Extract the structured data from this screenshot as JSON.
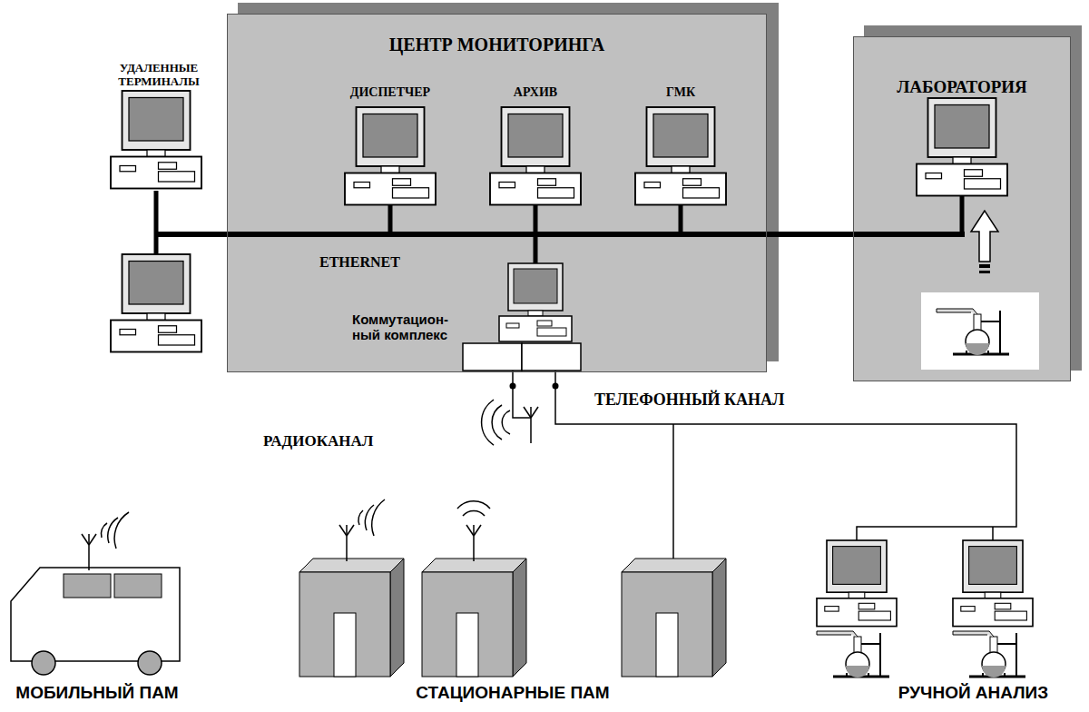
{
  "diagram": {
    "nodes": [
      {
        "text": [
          "ЦЕНТР МОНИТОРИНГА"
        ]
      },
      {
        "text": [
          "ЛАБОРАТОРИЯ"
        ]
      }
    ],
    "edges": [
      {
        "from": 0,
        "to": 1,
        "arrow": "none"
      }
    ],
    "labels": [
      "УДАЛЕННЫЕ ТЕРМИНАЛЫ",
      "ДИСПЕТЧЕР",
      "АРХИВ",
      "ГМК",
      "ETHERNET",
      "Коммутацион- ный комплекс",
      "РАДИОКАНАЛ",
      "ТЕЛЕФОННЫЙ КАНАЛ",
      "МОБИЛЬНЫЙ ПАМ",
      "СТАЦИОНАРНЫЕ ПАМ",
      "РУЧНОЙ АНАЛИЗ"
    ]
  }
}
